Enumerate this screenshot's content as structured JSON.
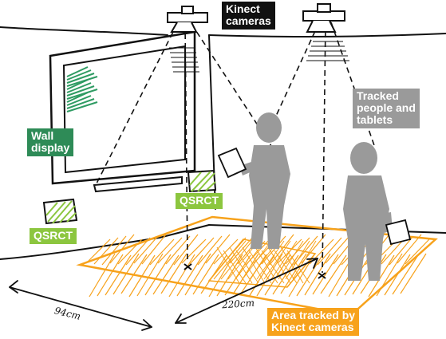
{
  "labels": {
    "kinect_cameras": "Kinect\ncameras",
    "wall_display": "Wall\ndisplay",
    "tracked_people": "Tracked\npeople and\ntablets",
    "qsrct_left": "QSRCT",
    "qsrct_center": "QSRCT",
    "area_tracked": "Area tracked by\nKinect cameras"
  },
  "measurements": {
    "width": "94cm",
    "depth": "220cm"
  },
  "colors": {
    "kinect_label_bg": "#111111",
    "wall_display_label_bg": "#2e8b57",
    "tracked_label_bg": "#9a9a9a",
    "qsrct_label_bg": "#8cc63f",
    "area_label_bg": "#f7a21b",
    "area_hatch": "#f7a21b",
    "person_fill": "#9a9a9a",
    "screen_hatch": "#2e9b62",
    "qsrct_box": "#8cc63f"
  }
}
